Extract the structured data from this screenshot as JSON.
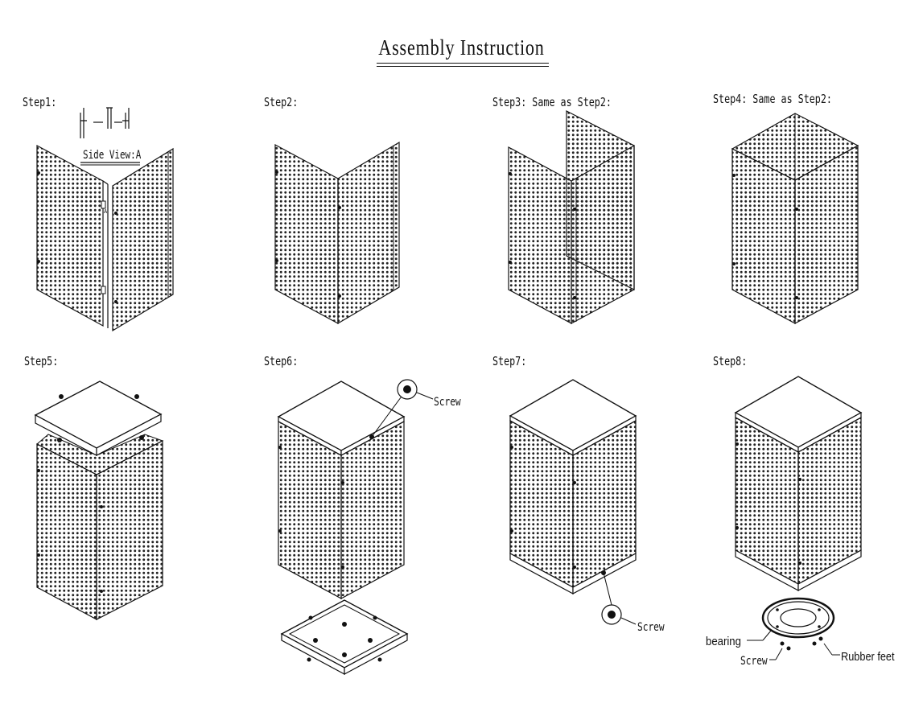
{
  "title": "Assembly Instruction",
  "steps": [
    {
      "label": "Step1:",
      "note": "Side View:A",
      "detail_marker": "A"
    },
    {
      "label": "Step2:"
    },
    {
      "label": "Step3: Same as Step2:"
    },
    {
      "label": "Step4: Same as Step2:"
    },
    {
      "label": "Step5:"
    },
    {
      "label": "Step6:",
      "callout": "Screw"
    },
    {
      "label": "Step7:",
      "callout": "Screw"
    },
    {
      "label": "Step8:",
      "callouts": {
        "bearing": "bearing",
        "screw": "Screw",
        "feet": "Rubber feet"
      }
    }
  ]
}
